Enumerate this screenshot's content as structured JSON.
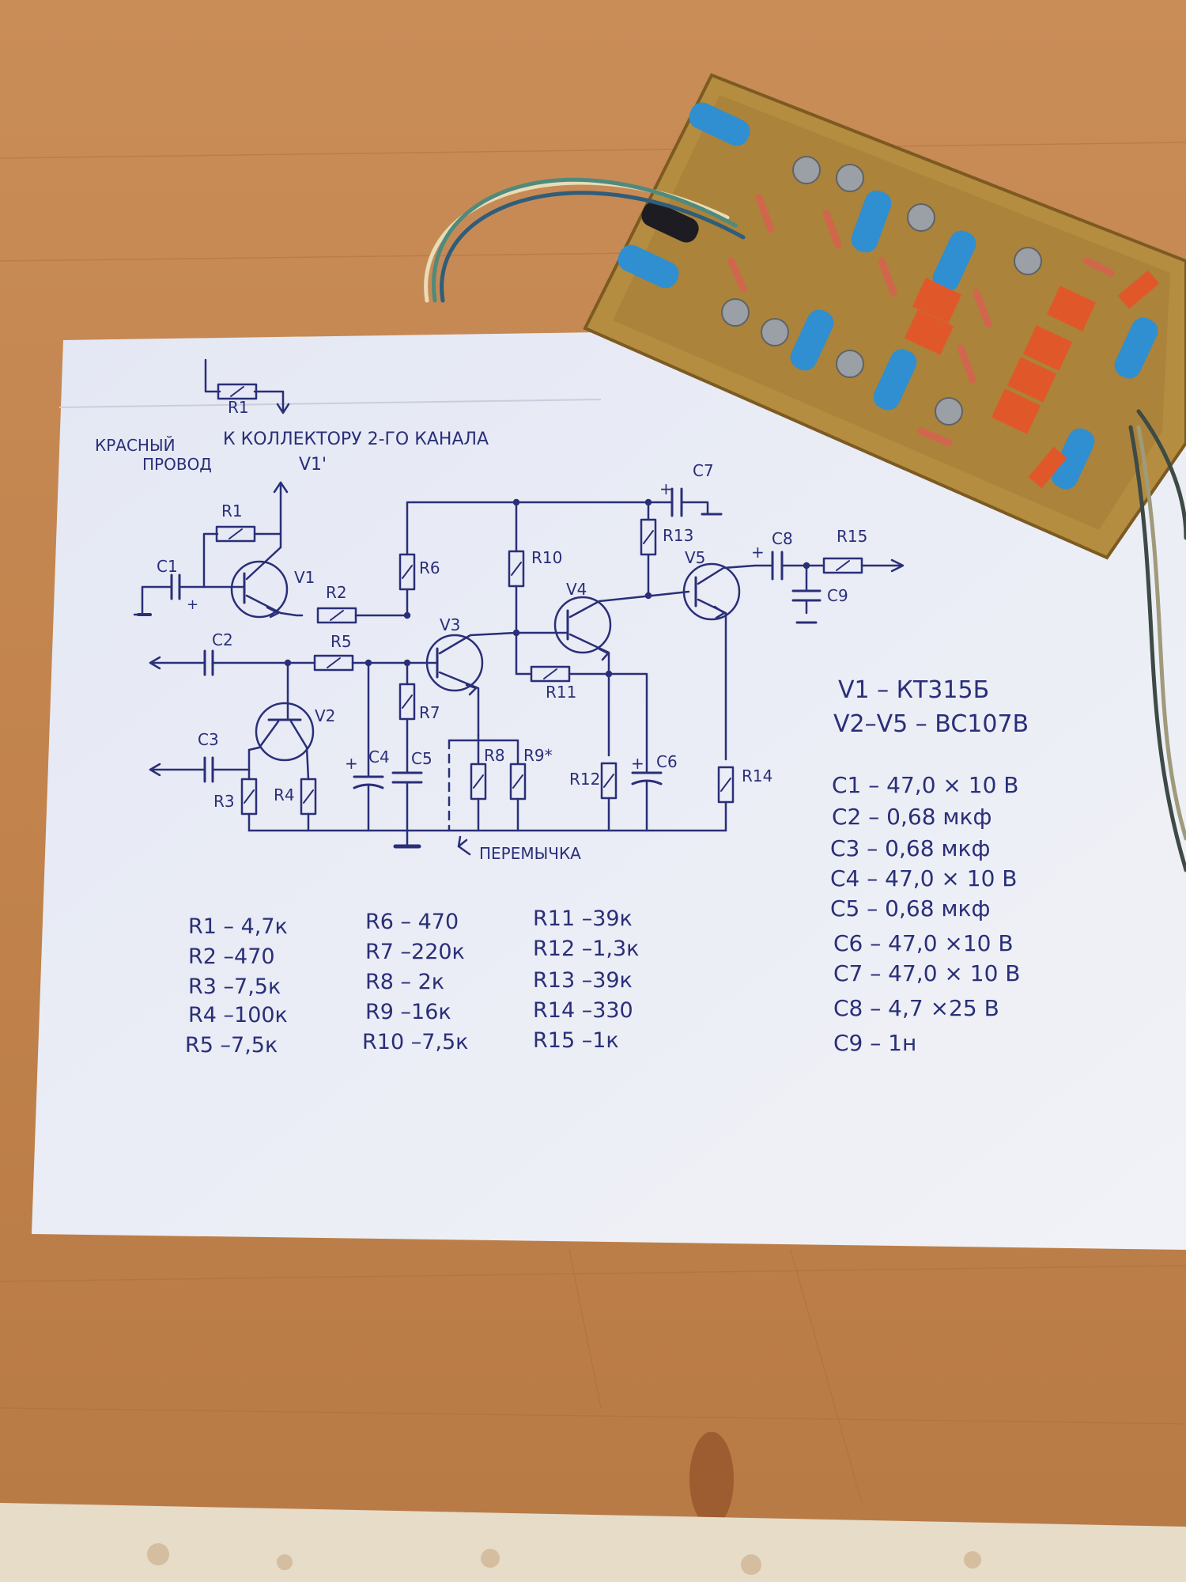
{
  "header": {
    "inset_resistor": "R1",
    "wire_left_line1": "КРАСНЫЙ",
    "wire_left_line2": "ПРОВОД",
    "wire_main": "К КОЛЛЕКТОРУ  2-ГО КАНАЛА",
    "wire_sub": "V1'"
  },
  "components": {
    "R1": "R1",
    "R2": "R2",
    "R3": "R3",
    "R4": "R4",
    "R5": "R5",
    "R6": "R6",
    "R7": "R7",
    "R8": "R8",
    "R9": "R9*",
    "R10": "R10",
    "R11": "R11",
    "R12": "R12",
    "R13": "R13",
    "R14": "R14",
    "R15": "R15",
    "C1": "C1",
    "C2": "C2",
    "C3": "C3",
    "C4": "C4",
    "C5": "C5",
    "C6": "C6",
    "C7": "C7",
    "C8": "C8",
    "C9": "C9",
    "V1": "V1",
    "V2": "V2",
    "V3": "V3",
    "V4": "V4",
    "V5": "V5",
    "plus": "+"
  },
  "jumper_label": "ПЕРЕМЫЧКА",
  "transistors": [
    "V1 – КТ315Б",
    "V2–V5 – BC107B"
  ],
  "resistor_values": {
    "col1": [
      "R1 – 4,7к",
      "R2 –470",
      "R3 –7,5к",
      "R4 –100к",
      "R5 –7,5к"
    ],
    "col2": [
      "R6 – 470",
      "R7 –220к",
      "R8 – 2к",
      "R9 –16к",
      "R10 –7,5к"
    ],
    "col3": [
      "R11 –39к",
      "R12 –1,3к",
      "R13 –39к",
      "R14 –330",
      "R15 –1к"
    ]
  },
  "capacitor_values": [
    "C1 – 47,0 × 10 В",
    "C2 – 0,68 мкф",
    "C3 – 0,68 мкф",
    "C4 – 47,0 × 10 В",
    "C5 – 0,68 мкф",
    "C6 – 47,0 ×10 В",
    "C7 – 47,0 × 10 В",
    "C8 – 4,7 ×25 В",
    "C9 – 1н"
  ],
  "colors": {
    "wood": "#c88a55",
    "paper": "#eceef6",
    "ink": "#2a2f78",
    "pcb": "#b08a3c"
  }
}
